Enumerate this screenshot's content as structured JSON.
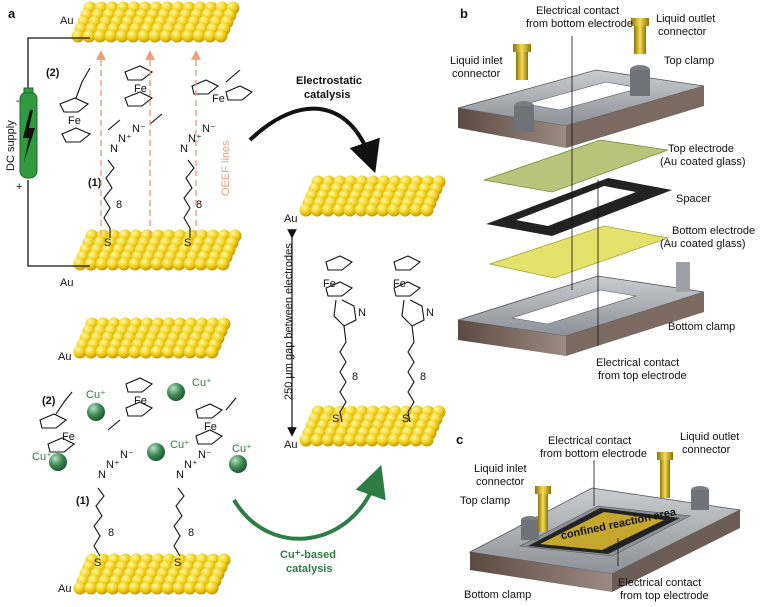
{
  "panels": {
    "a": "a",
    "b": "b",
    "c": "c"
  },
  "panel_a": {
    "au": "Au",
    "dc_supply": "DC supply",
    "minus": "-",
    "plus": "+",
    "label_2": "(2)",
    "label_1": "(1)",
    "fe": "Fe",
    "n_plus": "N⁺",
    "n_minus": "N⁻",
    "n": "N",
    "s": "S",
    "chain_8": "8",
    "oeef_lines": "OEEF lines",
    "electrostatic_catalysis": [
      "Electrostatic",
      "catalysis"
    ],
    "gap_label": "250 μm gap between electrodes",
    "cu_plus": "Cu⁺",
    "cu_catalysis": [
      "Cu⁺-based",
      "catalysis"
    ]
  },
  "panel_b": {
    "electrical_contact_bottom": [
      "Electrical contact",
      "from bottom electrode"
    ],
    "liquid_outlet": [
      "Liquid outlet",
      "connector"
    ],
    "liquid_inlet": [
      "Liquid inlet",
      "connector"
    ],
    "top_clamp": "Top clamp",
    "top_electrode": [
      "Top electrode",
      "(Au coated glass)"
    ],
    "spacer": "Spacer",
    "bottom_electrode": [
      "Bottom electrode",
      "(Au coated glass)"
    ],
    "bottom_clamp": "Bottom clamp",
    "electrical_contact_top": [
      "Electrical contact",
      "from top electrode"
    ]
  },
  "panel_c": {
    "electrical_contact_bottom": [
      "Electrical contact",
      "from bottom electrode"
    ],
    "liquid_outlet": [
      "Liquid outlet",
      "connector"
    ],
    "liquid_inlet": [
      "Liquid inlet",
      "connector"
    ],
    "top_clamp": "Top clamp",
    "confined_area": "confined reaction area",
    "bottom_clamp": "Bottom clamp",
    "electrical_contact_top": [
      "Electrical contact",
      "from top electrode"
    ]
  }
}
